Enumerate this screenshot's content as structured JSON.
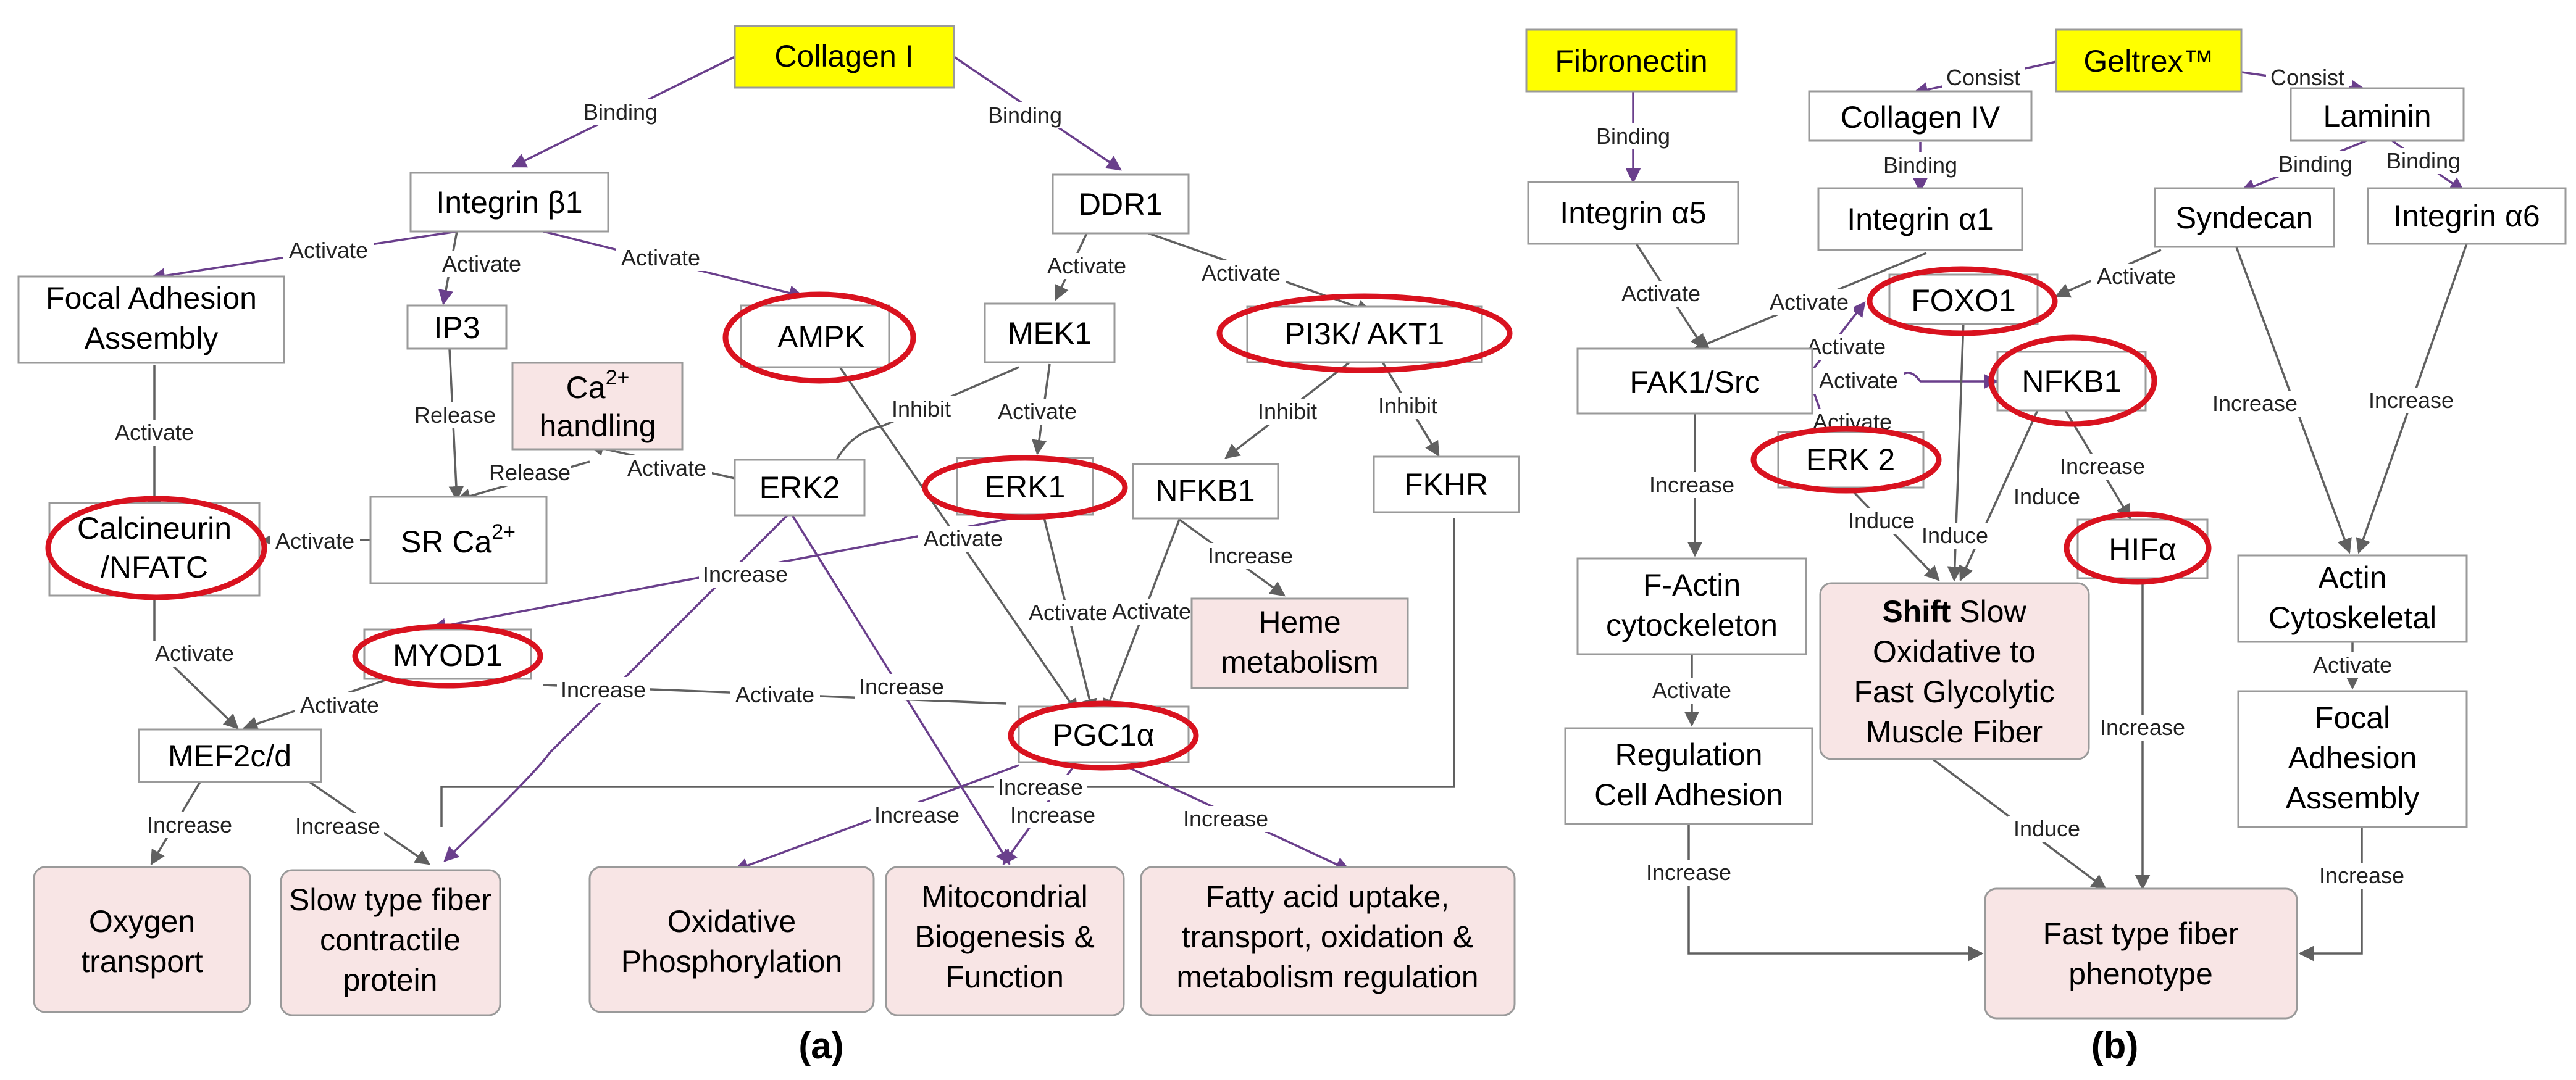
{
  "panels": {
    "a": "(a)",
    "b": "(b)"
  },
  "nodes": {
    "collagen1": "Collagen I",
    "integrin_b1": "Integrin β1",
    "ddr1": "DDR1",
    "focal_adhesion_a": [
      "Focal Adhesion",
      "Assembly"
    ],
    "ip3": "IP3",
    "ampk": "AMPK",
    "mek1": "MEK1",
    "pi3k": "PI3K/ AKT1",
    "ca_handling": [
      "Ca",
      "2+",
      "handling"
    ],
    "erk2_a": "ERK2",
    "erk1": "ERK1",
    "nfkb1_a": "NFKB1",
    "fkhr": "FKHR",
    "calcineurin": [
      "Calcineurin",
      "/NFATC"
    ],
    "sr_ca": [
      "SR Ca",
      "2+"
    ],
    "heme": [
      "Heme",
      "metabolism"
    ],
    "myod1": "MYOD1",
    "pgc1a": "PGC1α",
    "mef2": "MEF2c/d",
    "oxygen": [
      "Oxygen",
      "transport"
    ],
    "slow_fiber": [
      "Slow type fiber",
      "contractile",
      "protein"
    ],
    "oxphos": [
      "Oxidative",
      "Phosphorylation"
    ],
    "mito": [
      "Mitocondrial",
      "Biogenesis &",
      "Function"
    ],
    "fatty": [
      "Fatty acid uptake,",
      "transport, oxidation &",
      "metabolism regulation"
    ],
    "fibronectin": "Fibronectin",
    "geltrex": "Geltrex™",
    "collagen4": "Collagen IV",
    "laminin": "Laminin",
    "integrin_a5": "Integrin α5",
    "integrin_a1": "Integrin α1",
    "syndecan": "Syndecan",
    "integrin_a6": "Integrin α6",
    "foxo1": "FOXO1",
    "fak1": "FAK1/Src",
    "nfkb1_b": "NFKB1",
    "erk2_b": "ERK 2",
    "hifa": "HIFα",
    "factin": [
      "F-Actin",
      "cytockeleton"
    ],
    "shift": [
      "Shift",
      " Slow",
      "Oxidative to",
      "Fast Glycolytic",
      "Muscle Fiber"
    ],
    "actin_cyto": [
      "Actin",
      "Cytoskeletal"
    ],
    "regulation": [
      "Regulation",
      "Cell Adhesion"
    ],
    "focal_adhesion_b": [
      "Focal",
      "Adhesion",
      "Assembly"
    ],
    "fast_fiber": [
      "Fast type fiber",
      "phenotype"
    ]
  },
  "edges": {
    "binding": "Binding",
    "activate": "Activate",
    "release": "Release",
    "inhibit": "Inhibit",
    "increase": "Increase",
    "consist": "Consist",
    "induce": "Induce"
  },
  "colors": {
    "highlight": "#d9121f",
    "yellow_node": "#ffff00",
    "pink_node": "#f8e5e5",
    "purple_edge": "#6a3f8c",
    "gray_edge": "#606060"
  }
}
